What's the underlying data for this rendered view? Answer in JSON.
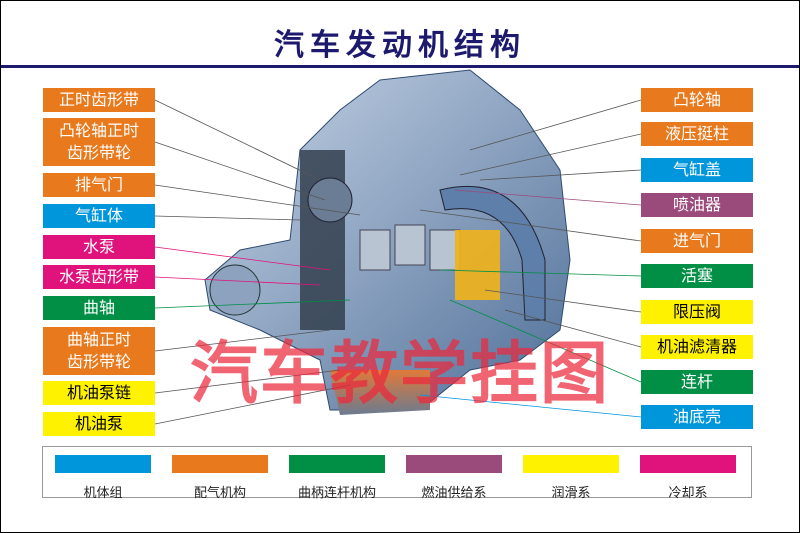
{
  "title": "汽车发动机结构",
  "watermark": "汽车教学挂图",
  "colors": {
    "blue": "#0096dc",
    "orange": "#e8791c",
    "green": "#008f45",
    "purple": "#9b4a7c",
    "yellow": "#fff200",
    "magenta": "#e0137c"
  },
  "left_labels": [
    {
      "text": "正时齿形带",
      "color": "orange"
    },
    {
      "text": "凸轮轴正时\n齿形带轮",
      "color": "orange"
    },
    {
      "text": "排气门",
      "color": "orange"
    },
    {
      "text": "气缸体",
      "color": "blue"
    },
    {
      "text": "水泵",
      "color": "magenta"
    },
    {
      "text": "水泵齿形带",
      "color": "magenta"
    },
    {
      "text": "曲轴",
      "color": "green"
    },
    {
      "text": "曲轴正时\n齿形带轮",
      "color": "orange"
    },
    {
      "text": "机油泵链",
      "color": "yellow"
    },
    {
      "text": "机油泵",
      "color": "yellow"
    }
  ],
  "right_labels": [
    {
      "text": "凸轮轴",
      "color": "orange"
    },
    {
      "text": "液压挺柱",
      "color": "orange"
    },
    {
      "text": "气缸盖",
      "color": "blue"
    },
    {
      "text": "喷油器",
      "color": "purple"
    },
    {
      "text": "进气门",
      "color": "orange"
    },
    {
      "text": "活塞",
      "color": "green"
    },
    {
      "text": "限压阀",
      "color": "yellow"
    },
    {
      "text": "机油滤清器",
      "color": "yellow"
    },
    {
      "text": "连杆",
      "color": "green"
    },
    {
      "text": "油底壳",
      "color": "blue"
    }
  ],
  "legend": [
    {
      "text": "机体组",
      "color": "blue"
    },
    {
      "text": "配气机构",
      "color": "orange"
    },
    {
      "text": "曲柄连杆机构",
      "color": "green"
    },
    {
      "text": "燃油供给系",
      "color": "purple"
    },
    {
      "text": "润滑系",
      "color": "yellow"
    },
    {
      "text": "冷却系",
      "color": "magenta"
    }
  ]
}
